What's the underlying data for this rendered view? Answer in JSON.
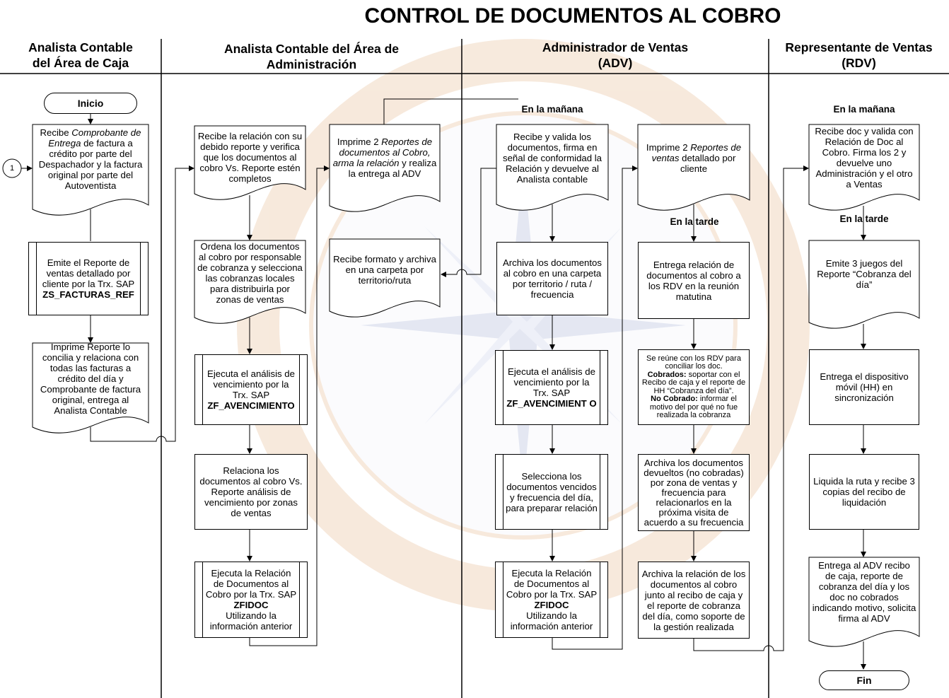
{
  "title": "CONTROL DE DOCUMENTOS AL COBRO",
  "lanes": [
    {
      "line1": "Analista Contable",
      "line2": "del Área de Caja"
    },
    {
      "line1": "Analista Contable del Área de",
      "line2": "Administración"
    },
    {
      "line1": "Administrador de Ventas",
      "line2": "(ADV)"
    },
    {
      "line1": "Representante de Ventas",
      "line2": "(RDV)"
    }
  ],
  "connector": "1",
  "labels": {
    "manana_adv": "En la mañana",
    "tarde_adv": "En la tarde",
    "manana_rdv": "En la mañana",
    "tarde_rdv": "En la tarde"
  },
  "caja": {
    "inicio": "Inicio",
    "recibe": {
      "a": "Recibe ",
      "b": "Comprobante de Entrega",
      "c": " de factura a crédito por parte del Despachador y la factura original por parte del Autoventista"
    },
    "emite": {
      "text": "Emite el Reporte de ventas detallado por cliente por la Trx. SAP",
      "code": "ZS_FACTURAS_REF"
    },
    "imprime": "Imprime Reporte lo concilia y relaciona con todas las facturas a crédito del día y Comprobante de factura original, entrega al Analista Contable"
  },
  "admin": {
    "recibe": "Recibe la relación con su debido reporte y verifica que los documentos al cobro Vs. Reporte estén completos",
    "ordena": "Ordena los documentos al cobro por responsable de cobranza y selecciona las cobranzas locales para distribuirla por zonas de ventas",
    "ejecuta": {
      "text": "Ejecuta el análisis de vencimiento por la Trx. SAP",
      "code": "ZF_AVENCIMIENTO"
    },
    "relaciona": "Relaciona los documentos al cobro Vs. Reporte análisis de vencimiento por zonas de ventas",
    "relacion": {
      "text": "Ejecuta la Relación de Documentos al Cobro por la Trx. SAP",
      "code": "ZFIDOC",
      "tail": "Utilizando la información anterior"
    },
    "imprime": {
      "a": "Imprime 2 ",
      "b": "Reportes de documentos al Cobro, arma la relación",
      "c": " y realiza la entrega al ADV"
    },
    "archiva": "Recibe formato y archiva en una carpeta por territorio/ruta"
  },
  "adv": {
    "recibe": "Recibe y valida los documentos, firma en señal de conformidad la Relación y devuelve al Analista contable",
    "archiva": "Archiva los documentos al cobro en una carpeta por territorio / ruta / frecuencia",
    "ejecuta": {
      "text": "Ejecuta el análisis de vencimiento por la Trx. SAP",
      "code": "ZF_AVENCIMIENT O"
    },
    "selecciona": "Selecciona los documentos vencidos y frecuencia del día, para preparar relación",
    "relacion": {
      "text": "Ejecuta la Relación de Documentos al Cobro por la Trx. SAP",
      "code": "ZFIDOC",
      "tail": "Utilizando la información anterior"
    },
    "imprime": {
      "a": "Imprime 2 ",
      "b": "Reportes de ventas",
      "c": " detallado por cliente"
    },
    "entrega": "Entrega relación de documentos al cobro a los RDV en la reunión matutina",
    "reune": {
      "a": "Se reúne con los RDV para conciliar los doc.",
      "b1": "Cobrados:",
      "c1": " soportar con el Recibo de caja y el reporte de HH “Cobranza del día”.",
      "b2": "No Cobrado:",
      "c2": " informar el motivo del por qué no fue realizada la cobranza"
    },
    "devueltos": "Archiva los documentos devueltos (no cobradas) por zona de ventas y frecuencia para relacionarlos en la próxima visita de acuerdo a su frecuencia",
    "archiva_rel": "Archiva la relación de los documentos al cobro junto al recibo de caja y el reporte de cobranza del día, como soporte de la gestión realizada"
  },
  "rdv": {
    "recibe": "Recibe doc y valida con Relación de Doc al Cobro. Firma los 2 y devuelve uno Administración y el otro a Ventas",
    "emite": "Emite 3 juegos del Reporte “Cobranza del día”",
    "entrega_hh": "Entrega el dispositivo móvil (HH) en sincronización",
    "liquida": "Liquida la ruta y recibe 3 copias del recibo de liquidación",
    "entrega_adv": "Entrega al ADV recibo de caja, reporte de cobranza del día y los doc no cobrados indicando motivo, solicita firma al ADV",
    "fin": "Fin"
  }
}
